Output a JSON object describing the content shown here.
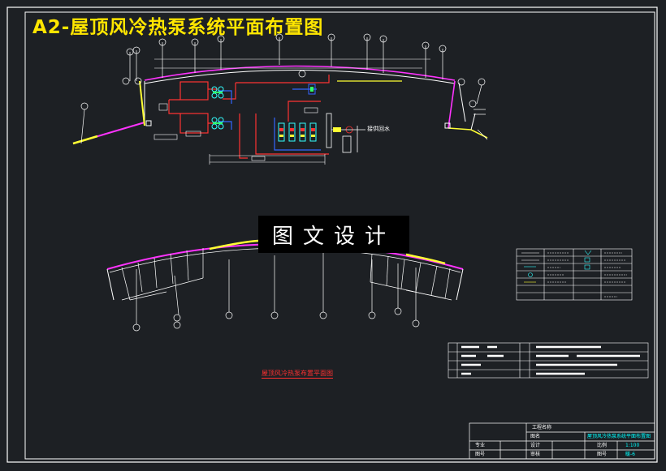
{
  "title": "A2-屋顶风冷热泵系统平面布置图",
  "watermark": "图文设计",
  "plan_caption": "屋顶风冷热泵布置平面图",
  "pipe_label": "接供回水",
  "title_block": {
    "project_name_label": "工程名称",
    "drawing_label": "图名",
    "drawing_name": "屋顶风冷热泵系统平面布置图",
    "row1_label": "专业",
    "row2_label": "图号",
    "design_label": "设计",
    "check_label": "审核",
    "scale_label": "比例",
    "scale_value": "1:100",
    "sheet_label": "图号",
    "sheet_value": "暖-6"
  },
  "colors": {
    "background": "#1d2024",
    "border": "#ffffff",
    "title": "#ffe600",
    "wall_magenta": "#ff33ff",
    "wall_yellow": "#ffff33",
    "pipe_red": "#ff3333",
    "pipe_blue": "#3366ff",
    "pipe_cyan": "#33ffff",
    "pipe_green": "#33ff66",
    "caption": "#ff3030"
  }
}
